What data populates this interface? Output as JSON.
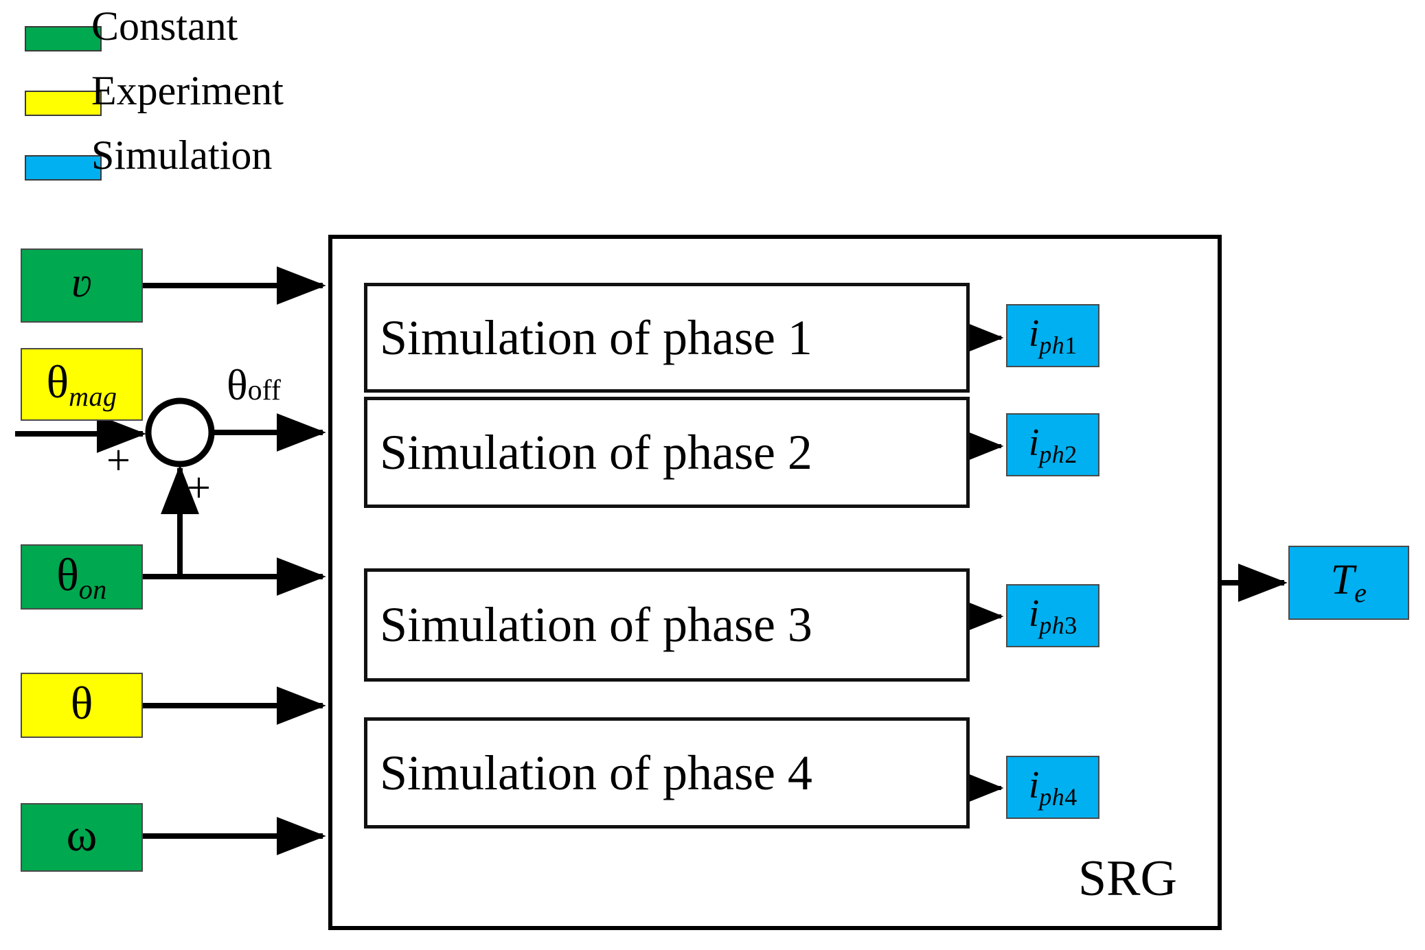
{
  "legend": {
    "items": [
      {
        "label": "Constant",
        "color": "#00a84f",
        "swatch_name": "legend-swatch-constant"
      },
      {
        "label": "Experiment",
        "color": "#ffff00",
        "swatch_name": "legend-swatch-experiment"
      },
      {
        "label": "Simulation",
        "color": "#00b0f0",
        "swatch_name": "legend-swatch-simulation"
      }
    ]
  },
  "inputs": [
    {
      "id": "v",
      "base": "ʋ",
      "sub": "",
      "sub_style": "italic",
      "color": "#00a84f",
      "category": "Constant"
    },
    {
      "id": "θmag",
      "base": "θ",
      "sub": "mag",
      "sub_style": "italic",
      "color": "#ffff00",
      "category": "Experiment"
    },
    {
      "id": "θon",
      "base": "θ",
      "sub": "on",
      "sub_style": "italic",
      "color": "#00a84f",
      "category": "Constant"
    },
    {
      "id": "θ",
      "base": "θ",
      "sub": "",
      "sub_style": "italic",
      "color": "#ffff00",
      "category": "Experiment"
    },
    {
      "id": "ω",
      "base": "ω",
      "sub": "",
      "sub_style": "italic",
      "color": "#00a84f",
      "category": "Constant"
    }
  ],
  "summing_junction": {
    "name": "summing-junction",
    "plus_horizontal": "+",
    "plus_vertical": "+",
    "output_label_base": "θ",
    "output_label_sub": "off"
  },
  "srg": {
    "frame_label": "SRG",
    "phases": [
      {
        "label": "Simulation of phase 1",
        "output_base": "i",
        "output_sub": "ph",
        "output_num": "1",
        "output_color": "#00b0f0"
      },
      {
        "label": "Simulation of phase 2",
        "output_base": "i",
        "output_sub": "ph",
        "output_num": "2",
        "output_color": "#00b0f0"
      },
      {
        "label": "Simulation of phase 3",
        "output_base": "i",
        "output_sub": "ph",
        "output_num": "3",
        "output_color": "#00b0f0"
      },
      {
        "label": "Simulation of phase 4",
        "output_base": "i",
        "output_sub": "ph",
        "output_num": "4",
        "output_color": "#00b0f0"
      }
    ]
  },
  "output": {
    "id": "Te",
    "base": "T",
    "sub": "e",
    "color": "#00b0f0",
    "category": "Simulation"
  },
  "colors": {
    "constant_green": "#00a84f",
    "experiment_yellow": "#ffff00",
    "simulation_blue": "#00b0f0",
    "line_black": "#000000",
    "background": "#ffffff"
  }
}
